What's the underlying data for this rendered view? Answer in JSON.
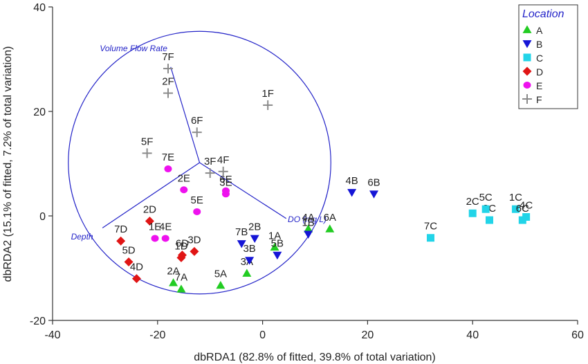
{
  "chart_data": {
    "type": "scatter",
    "xlabel": "dbRDA1 (82.8% of fitted, 39.8% of total variation)",
    "ylabel": "dbRDA2 (15.1% of fitted, 7.2% of total variation)",
    "xlim": [
      -40,
      60
    ],
    "ylim": [
      -20,
      40
    ],
    "xticks": [
      "-40",
      "-20",
      "0",
      "20",
      "40",
      "60"
    ],
    "yticks": [
      "-20",
      "0",
      "20",
      "40"
    ],
    "xtick_values": [
      -40,
      -20,
      0,
      20,
      40,
      60
    ],
    "ytick_values": [
      -20,
      0,
      20,
      40
    ],
    "grid": false,
    "legend": {
      "title": "Location",
      "placement": "top-right",
      "entries": [
        {
          "name": "A",
          "marker": "triangle-up",
          "color": "#22cc22"
        },
        {
          "name": "B",
          "marker": "triangle-down",
          "color": "#1515d6"
        },
        {
          "name": "C",
          "marker": "square",
          "color": "#22d4e8"
        },
        {
          "name": "D",
          "marker": "diamond",
          "color": "#e01515"
        },
        {
          "name": "E",
          "marker": "circle",
          "color": "#ee11ee"
        },
        {
          "name": "F",
          "marker": "plus",
          "color": "#8a8a8a"
        }
      ]
    },
    "vector_circle": {
      "center": [
        -12,
        10.2
      ],
      "radius": 25
    },
    "vectors": [
      {
        "label": "Volume Flow Rate",
        "end": [
          -17.5,
          28.5
        ],
        "label_at": [
          -31,
          31.5
        ]
      },
      {
        "label": "Depth",
        "end": [
          -30.5,
          -2.3
        ],
        "label_at": [
          -36.5,
          -4.5
        ]
      },
      {
        "label": "DO (mg/L)",
        "end": [
          4.5,
          -0.5
        ],
        "label_at": [
          4.8,
          -1.2
        ]
      }
    ],
    "series": [
      {
        "name": "A",
        "points": [
          {
            "label": "1A",
            "x": 2.3,
            "y": -6.0
          },
          {
            "label": "2A",
            "x": -17.0,
            "y": -12.8
          },
          {
            "label": "3A",
            "x": -3.0,
            "y": -11.0
          },
          {
            "label": "4A",
            "x": 8.7,
            "y": -2.5
          },
          {
            "label": "5A",
            "x": -8.0,
            "y": -13.3
          },
          {
            "label": "6A",
            "x": 12.8,
            "y": -2.5
          },
          {
            "label": "7A",
            "x": -15.5,
            "y": -14.0
          }
        ]
      },
      {
        "name": "B",
        "points": [
          {
            "label": "1B",
            "x": 8.7,
            "y": -3.5
          },
          {
            "label": "2B",
            "x": -1.5,
            "y": -4.3
          },
          {
            "label": "3B",
            "x": -2.5,
            "y": -8.5
          },
          {
            "label": "4B",
            "x": 17.0,
            "y": 4.5
          },
          {
            "label": "5B",
            "x": 2.8,
            "y": -7.5
          },
          {
            "label": "6B",
            "x": 21.2,
            "y": 4.2
          },
          {
            "label": "7B",
            "x": -4.0,
            "y": -5.3
          }
        ]
      },
      {
        "name": "C",
        "points": [
          {
            "label": "1C",
            "x": 48.2,
            "y": 1.3
          },
          {
            "label": "2C",
            "x": 40.0,
            "y": 0.5
          },
          {
            "label": "3C",
            "x": 43.2,
            "y": -0.8
          },
          {
            "label": "4C",
            "x": 50.2,
            "y": -0.2
          },
          {
            "label": "5C",
            "x": 42.5,
            "y": 1.3
          },
          {
            "label": "6C",
            "x": 49.5,
            "y": -0.8
          },
          {
            "label": "7C",
            "x": 32.0,
            "y": -4.2
          }
        ]
      },
      {
        "name": "D",
        "points": [
          {
            "label": "1D",
            "x": -15.5,
            "y": -8.0
          },
          {
            "label": "2D",
            "x": -21.5,
            "y": -1.0
          },
          {
            "label": "3D",
            "x": -13.0,
            "y": -6.8
          },
          {
            "label": "4D",
            "x": -24.0,
            "y": -12.0
          },
          {
            "label": "5D",
            "x": -25.5,
            "y": -8.8
          },
          {
            "label": "6D",
            "x": -15.3,
            "y": -7.5
          },
          {
            "label": "7D",
            "x": -27.0,
            "y": -4.8
          }
        ]
      },
      {
        "name": "E",
        "points": [
          {
            "label": "1E",
            "x": -20.5,
            "y": -4.3
          },
          {
            "label": "2E",
            "x": -15.0,
            "y": 5.0
          },
          {
            "label": "3E",
            "x": -7.0,
            "y": 4.2
          },
          {
            "label": "4E",
            "x": -18.5,
            "y": -4.3
          },
          {
            "label": "5E",
            "x": -12.5,
            "y": 0.8
          },
          {
            "label": "6E",
            "x": -7.0,
            "y": 4.8
          },
          {
            "label": "7E",
            "x": -18.0,
            "y": 9.0
          }
        ]
      },
      {
        "name": "F",
        "points": [
          {
            "label": "1F",
            "x": 1.0,
            "y": 21.2
          },
          {
            "label": "2F",
            "x": -18.0,
            "y": 23.5
          },
          {
            "label": "3F",
            "x": -10.0,
            "y": 8.2
          },
          {
            "label": "4F",
            "x": -7.5,
            "y": 8.5
          },
          {
            "label": "5F",
            "x": -22.0,
            "y": 12.0
          },
          {
            "label": "6F",
            "x": -12.5,
            "y": 16.0
          },
          {
            "label": "7F",
            "x": -18.0,
            "y": 28.2
          }
        ]
      }
    ]
  }
}
